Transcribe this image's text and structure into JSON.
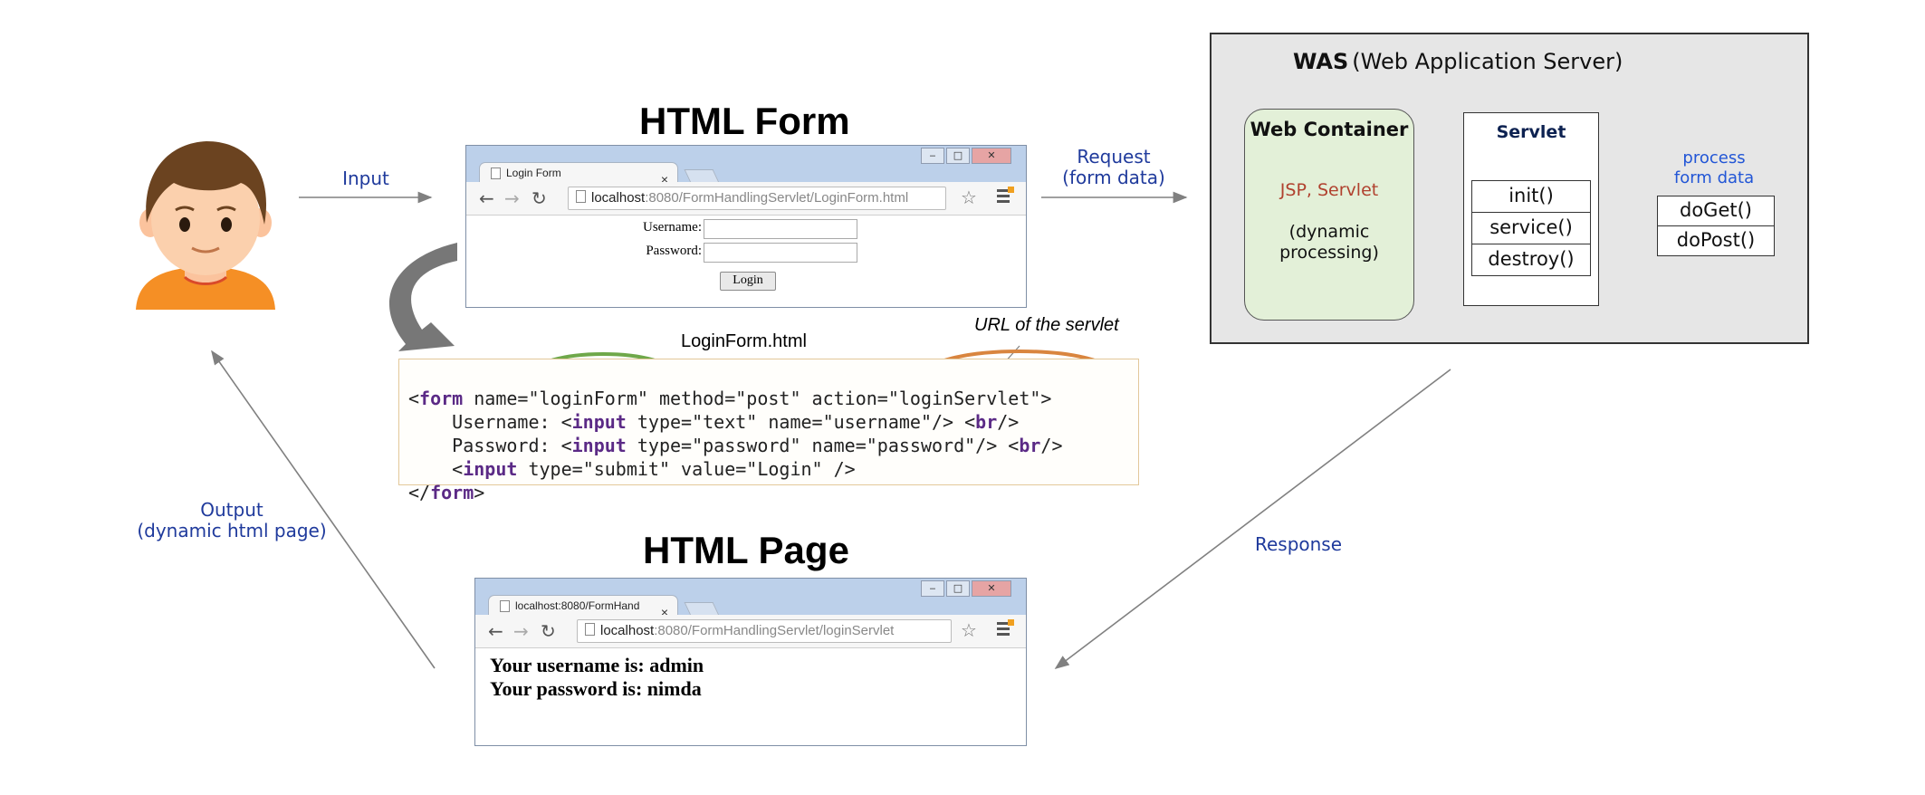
{
  "colors": {
    "label_blue": "#1f3a9c",
    "green_highlight": "#6fa84a",
    "orange_highlight": "#d9853f",
    "red_highlight": "#a32222",
    "jsp_servlet_red": "#b0412e",
    "process_blue": "#2256d6",
    "web_container_fill": "#e3f0d8",
    "was_fill": "#e6e6e6",
    "arrow_gray": "#808080"
  },
  "icons": {
    "user": "user-avatar-icon",
    "back": "back-arrow-icon",
    "forward": "forward-arrow-icon",
    "reload": "reload-icon",
    "page": "page-icon",
    "star": "star-icon",
    "menu": "hamburger-menu-icon"
  },
  "labels": {
    "input": "Input",
    "request_line1": "Request",
    "request_line2": "(form data)",
    "response": "Response",
    "output_line1": "Output",
    "output_line2": "(dynamic html page)",
    "url_of_servlet": "URL of the servlet",
    "process_line1": "process",
    "process_line2": "form data"
  },
  "html_form": {
    "title": "HTML Form",
    "tab_label": "Login Form",
    "tab_close": "×",
    "url_host": "localhost",
    "url_path": ":8080/FormHandlingServlet/",
    "url_file": "LoginForm.html",
    "username_label": "Username:",
    "password_label": "Password:",
    "login_button": "Login"
  },
  "code": {
    "filename": "LoginForm.html",
    "line1": {
      "lt": "<",
      "tag": "form",
      "a": " name=",
      "name_val": "\"loginForm\"",
      "b": " method=\"post\" action=",
      "action_val": "\"loginServlet\"",
      "gt": ">"
    },
    "line2": {
      "a": "    Username: <",
      "tag": "input",
      "b": " type=\"text\" name=\"username\"/> <",
      "br": "br",
      "c": "/>"
    },
    "line3": {
      "a": "    Password: <",
      "tag": "input",
      "b": " type=\"password\" name=\"password\"/> <",
      "br": "br",
      "c": "/>"
    },
    "line4": {
      "a": "    <",
      "tag": "input",
      "b": " type=",
      "type_val": "\"submit\"",
      "c": " value=\"Login\" />"
    },
    "line5": {
      "a": "</",
      "tag": "form",
      "b": ">"
    }
  },
  "html_page": {
    "title": "HTML Page",
    "tab_label": "localhost:8080/FormHand",
    "tab_close": "×",
    "url_host": "localhost",
    "url_path": ":8080/FormHandlingServlet/",
    "url_file": "loginServlet",
    "line1": "Your username is: admin",
    "line2": "Your password is: nimda"
  },
  "was": {
    "title_bold": "WAS",
    "title_rest": "(Web Application Server)",
    "web_container_title": "Web Container",
    "web_container_tech": "JSP, Servlet",
    "web_container_desc1": "(dynamic",
    "web_container_desc2": "processing)",
    "servlet_title": "Servlet",
    "methods": [
      "init()",
      "service()",
      "destroy()"
    ],
    "handlers": [
      "doGet()",
      "doPost()"
    ]
  }
}
